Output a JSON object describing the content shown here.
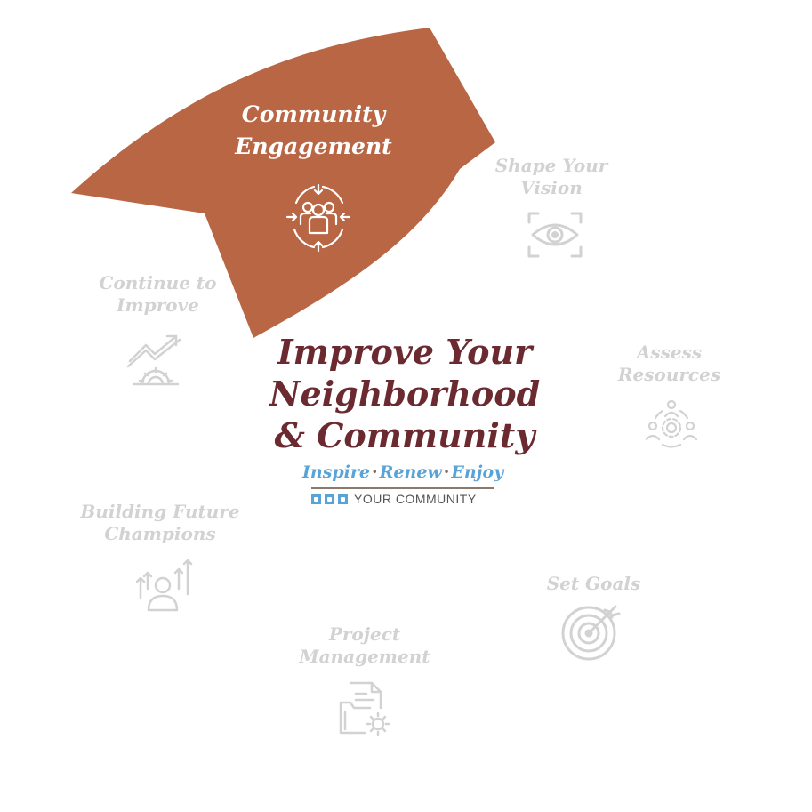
{
  "active_segment": {
    "label_line1": "Community",
    "label_line2": "Engagement",
    "icon": "community-engagement-icon",
    "color": "#b96644"
  },
  "segments": [
    {
      "line1": "Shape Your",
      "line2": "Vision",
      "icon": "eye-icon"
    },
    {
      "line1": "Assess",
      "line2": "Resources",
      "icon": "people-gear-icon"
    },
    {
      "line1": "Set Goals",
      "line2": "",
      "icon": "target-icon"
    },
    {
      "line1": "Project",
      "line2": "Management",
      "icon": "folder-gear-icon"
    },
    {
      "line1": "Building Future",
      "line2": "Champions",
      "icon": "person-growth-icon"
    },
    {
      "line1": "Continue to",
      "line2": "Improve",
      "icon": "trend-up-gear-icon"
    }
  ],
  "center": {
    "title_line1": "Improve Your",
    "title_line2": "Neighborhood",
    "title_line3": "& Community",
    "title_color": "#6b2a30"
  },
  "brand": {
    "word1": "Inspire",
    "word2": "Renew",
    "word3": "Enjoy",
    "separator": "·",
    "subline": "YOUR COMMUNITY",
    "accent_color": "#5aa3d6"
  },
  "inactive_color": "#d2d2d2"
}
